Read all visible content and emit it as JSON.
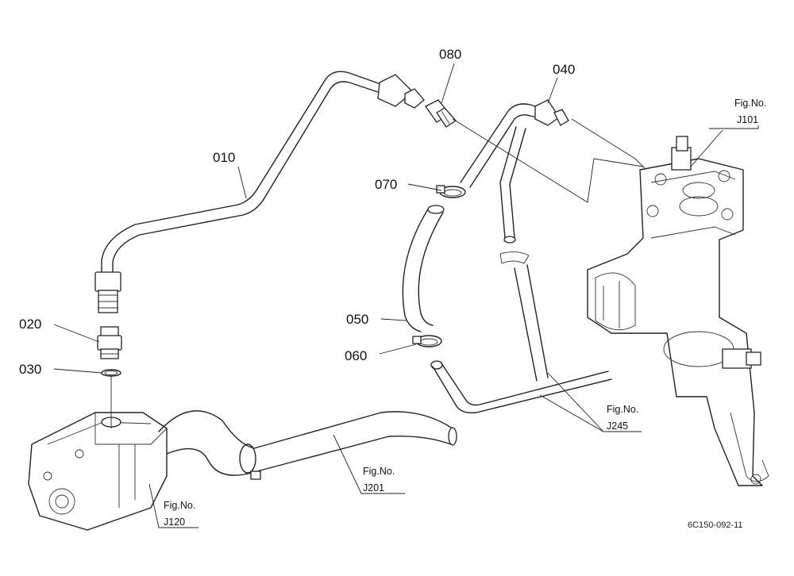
{
  "callouts": {
    "p010": "010",
    "p020": "020",
    "p030": "030",
    "p040": "040",
    "p050": "050",
    "p060": "060",
    "p070": "070",
    "p080": "080"
  },
  "figrefs": {
    "j101": {
      "title": "Fig.No.",
      "code": "J101"
    },
    "j120": {
      "title": "Fig.No.",
      "code": "J120"
    },
    "j201": {
      "title": "Fig.No.",
      "code": "J201"
    },
    "j245": {
      "title": "Fig.No.",
      "code": "J245"
    }
  },
  "drawing_number": "6C150-092-11"
}
